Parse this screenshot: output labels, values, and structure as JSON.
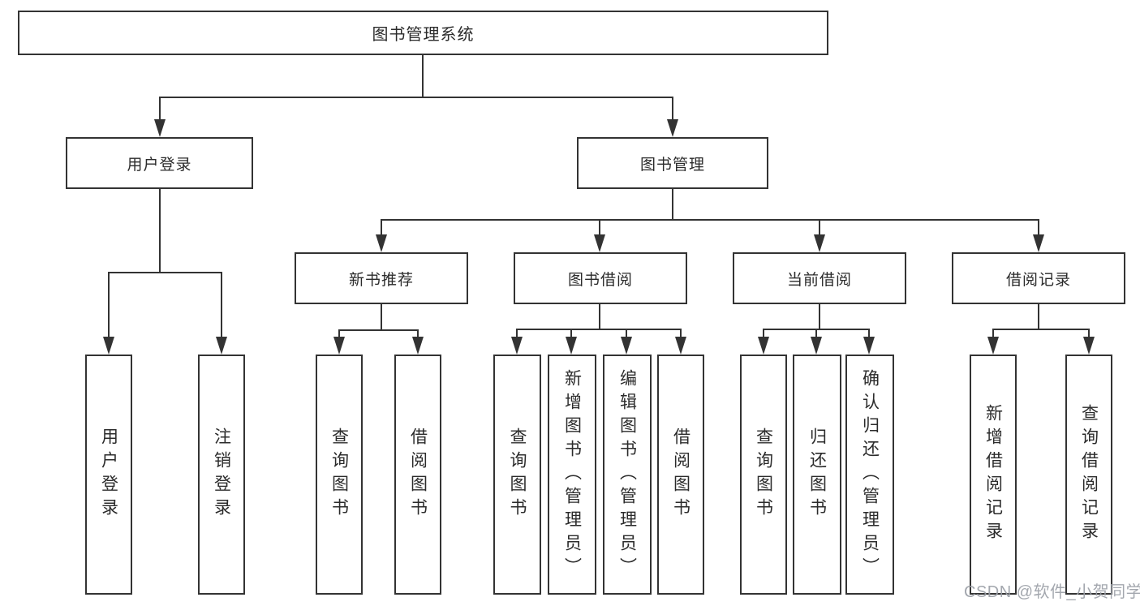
{
  "colors": {
    "line": "#333333",
    "text": "#2b2b2b",
    "background": "#ffffff",
    "watermark": "#9ba0a7"
  },
  "root": {
    "label": "图书管理系统"
  },
  "branches": [
    {
      "label": "用户登录",
      "children": [
        {
          "label": "用户登录"
        },
        {
          "label": "注销登录"
        }
      ]
    },
    {
      "label": "图书管理",
      "children": [
        {
          "label": "新书推荐",
          "children": [
            {
              "label": "查询图书"
            },
            {
              "label": "借阅图书"
            }
          ]
        },
        {
          "label": "图书借阅",
          "children": [
            {
              "label": "查询图书"
            },
            {
              "label": "新增图书（管理员）"
            },
            {
              "label": "编辑图书（管理员）"
            },
            {
              "label": "借阅图书"
            }
          ]
        },
        {
          "label": "当前借阅",
          "children": [
            {
              "label": "查询图书"
            },
            {
              "label": "归还图书"
            },
            {
              "label": "确认归还（管理员）"
            }
          ]
        },
        {
          "label": "借阅记录",
          "children": [
            {
              "label": "新增借阅记录"
            },
            {
              "label": "查询借阅记录"
            }
          ]
        }
      ]
    }
  ],
  "watermark": {
    "text": "CSDN @软件_小贺同学"
  }
}
